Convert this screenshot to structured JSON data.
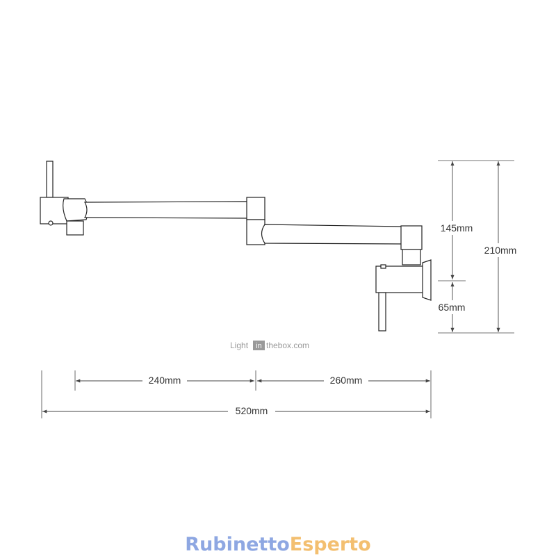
{
  "dimensions": {
    "upper_height": "145mm",
    "lower_height": "65mm",
    "total_height": "210mm",
    "arm_left": "240mm",
    "arm_right": "260mm",
    "total_width": "520mm"
  },
  "watermark": {
    "prefix": "Light",
    "boxed": "in",
    "suffix": "thebox.com"
  },
  "brand": {
    "part1": "Rubinetto",
    "part2": "Esperto",
    "color1": "#8ea7e2",
    "color2": "#f3bf70"
  }
}
